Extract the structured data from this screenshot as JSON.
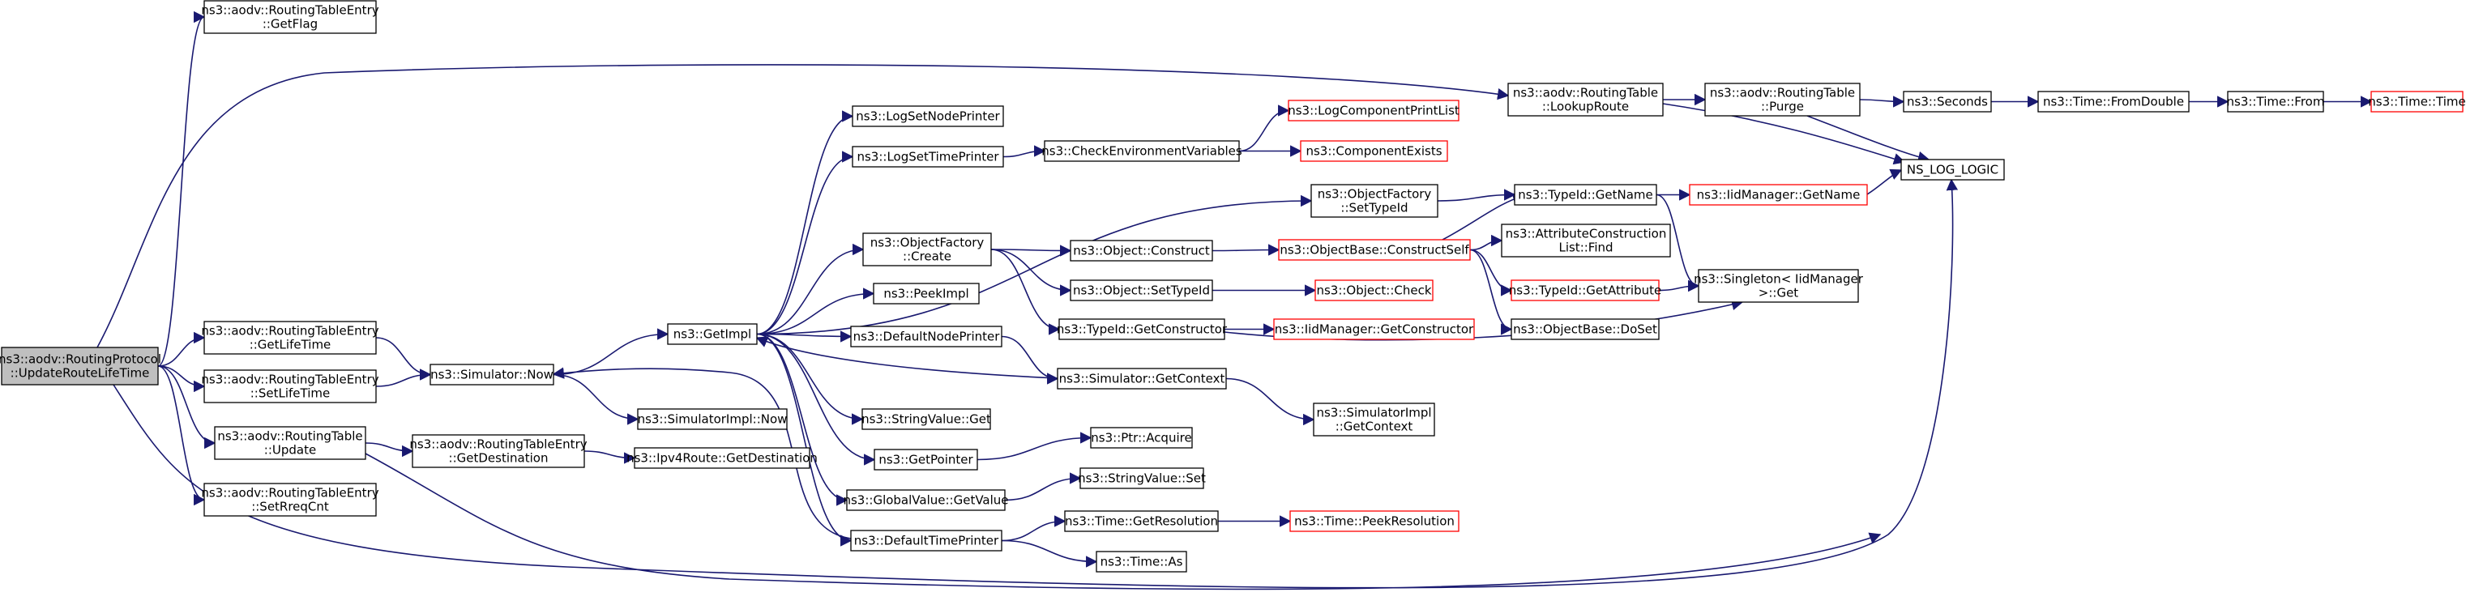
{
  "colors": {
    "edge": "#191970",
    "node_border": "#000000",
    "link_missing_border": "#ff0000",
    "root_fill": "#bfbfbf",
    "node_fill": "#ffffff"
  },
  "nodes": [
    {
      "id": "root",
      "lines": [
        "ns3::aodv::RoutingProtocol",
        "::UpdateRouteLifeTime"
      ],
      "style": "root"
    },
    {
      "id": "getflag",
      "lines": [
        "ns3::aodv::RoutingTableEntry",
        "::GetFlag"
      ],
      "style": "normal"
    },
    {
      "id": "getlifetime",
      "lines": [
        "ns3::aodv::RoutingTableEntry",
        "::GetLifeTime"
      ],
      "style": "normal"
    },
    {
      "id": "setlifetime",
      "lines": [
        "ns3::aodv::RoutingTableEntry",
        "::SetLifeTime"
      ],
      "style": "normal"
    },
    {
      "id": "rtupdate",
      "lines": [
        "ns3::aodv::RoutingTable",
        "::Update"
      ],
      "style": "normal"
    },
    {
      "id": "setrreqcnt",
      "lines": [
        "ns3::aodv::RoutingTableEntry",
        "::SetRreqCnt"
      ],
      "style": "normal"
    },
    {
      "id": "simnow",
      "lines": [
        "ns3::Simulator::Now"
      ],
      "style": "normal"
    },
    {
      "id": "getdestination",
      "lines": [
        "ns3::aodv::RoutingTableEntry",
        "::GetDestination"
      ],
      "style": "normal"
    },
    {
      "id": "ipv4getdest",
      "lines": [
        "ns3::Ipv4Route::GetDestination"
      ],
      "style": "normal"
    },
    {
      "id": "getimpl",
      "lines": [
        "ns3::GetImpl"
      ],
      "style": "normal"
    },
    {
      "id": "simimplnow",
      "lines": [
        "ns3::SimulatorImpl::Now"
      ],
      "style": "normal"
    },
    {
      "id": "logsetnode",
      "lines": [
        "ns3::LogSetNodePrinter"
      ],
      "style": "normal"
    },
    {
      "id": "logsettime",
      "lines": [
        "ns3::LogSetTimePrinter"
      ],
      "style": "normal"
    },
    {
      "id": "ofcreate",
      "lines": [
        "ns3::ObjectFactory",
        "::Create"
      ],
      "style": "normal"
    },
    {
      "id": "peekimpl",
      "lines": [
        "ns3::PeekImpl"
      ],
      "style": "normal"
    },
    {
      "id": "defnodeprinter",
      "lines": [
        "ns3::DefaultNodePrinter"
      ],
      "style": "normal"
    },
    {
      "id": "strvalget",
      "lines": [
        "ns3::StringValue::Get"
      ],
      "style": "normal"
    },
    {
      "id": "getpointer",
      "lines": [
        "ns3::GetPointer"
      ],
      "style": "normal"
    },
    {
      "id": "globalvalget",
      "lines": [
        "ns3::GlobalValue::GetValue"
      ],
      "style": "normal"
    },
    {
      "id": "deftimeprinter",
      "lines": [
        "ns3::DefaultTimePrinter"
      ],
      "style": "normal"
    },
    {
      "id": "checkenv",
      "lines": [
        "ns3::CheckEnvironmentVariables"
      ],
      "style": "normal"
    },
    {
      "id": "objconstruct",
      "lines": [
        "ns3::Object::Construct"
      ],
      "style": "normal"
    },
    {
      "id": "objsettypeid",
      "lines": [
        "ns3::Object::SetTypeId"
      ],
      "style": "normal"
    },
    {
      "id": "typeidgetctor",
      "lines": [
        "ns3::TypeId::GetConstructor"
      ],
      "style": "normal"
    },
    {
      "id": "simgetcontext",
      "lines": [
        "ns3::Simulator::GetContext"
      ],
      "style": "normal"
    },
    {
      "id": "ptracquire",
      "lines": [
        "ns3::Ptr::Acquire"
      ],
      "style": "normal"
    },
    {
      "id": "strvalset",
      "lines": [
        "ns3::StringValue::Set"
      ],
      "style": "normal"
    },
    {
      "id": "timegetres",
      "lines": [
        "ns3::Time::GetResolution"
      ],
      "style": "normal"
    },
    {
      "id": "timeas",
      "lines": [
        "ns3::Time::As"
      ],
      "style": "normal"
    },
    {
      "id": "logcompprint",
      "lines": [
        "ns3::LogComponentPrintList"
      ],
      "style": "missing"
    },
    {
      "id": "compexists",
      "lines": [
        "ns3::ComponentExists"
      ],
      "style": "missing"
    },
    {
      "id": "ofsettypeid",
      "lines": [
        "ns3::ObjectFactory",
        "::SetTypeId"
      ],
      "style": "normal"
    },
    {
      "id": "obconstructself",
      "lines": [
        "ns3::ObjectBase::ConstructSelf"
      ],
      "style": "missing"
    },
    {
      "id": "objcheck",
      "lines": [
        "ns3::Object::Check"
      ],
      "style": "missing"
    },
    {
      "id": "iidgetctor",
      "lines": [
        "ns3::IidManager::GetConstructor"
      ],
      "style": "missing"
    },
    {
      "id": "simimplgetctx",
      "lines": [
        "ns3::SimulatorImpl",
        "::GetContext"
      ],
      "style": "normal"
    },
    {
      "id": "timepeekres",
      "lines": [
        "ns3::Time::PeekResolution"
      ],
      "style": "missing"
    },
    {
      "id": "rtlookup",
      "lines": [
        "ns3::aodv::RoutingTable",
        "::LookupRoute"
      ],
      "style": "normal"
    },
    {
      "id": "typeidgetname",
      "lines": [
        "ns3::TypeId::GetName"
      ],
      "style": "normal"
    },
    {
      "id": "attrconstrfind",
      "lines": [
        "ns3::AttributeConstruction",
        "List::Find"
      ],
      "style": "normal"
    },
    {
      "id": "typeidgetattr",
      "lines": [
        "ns3::TypeId::GetAttribute"
      ],
      "style": "missing"
    },
    {
      "id": "obdoset",
      "lines": [
        "ns3::ObjectBase::DoSet"
      ],
      "style": "normal"
    },
    {
      "id": "rtpurge",
      "lines": [
        "ns3::aodv::RoutingTable",
        "::Purge"
      ],
      "style": "normal"
    },
    {
      "id": "iidgetname",
      "lines": [
        "ns3::IidManager::GetName"
      ],
      "style": "missing"
    },
    {
      "id": "singletonget",
      "lines": [
        "ns3::Singleton< IidManager",
        ">::Get"
      ],
      "style": "normal"
    },
    {
      "id": "seconds",
      "lines": [
        "ns3::Seconds"
      ],
      "style": "normal"
    },
    {
      "id": "nslog",
      "lines": [
        "NS_LOG_LOGIC"
      ],
      "style": "normal"
    },
    {
      "id": "timefromdouble",
      "lines": [
        "ns3::Time::FromDouble"
      ],
      "style": "normal"
    },
    {
      "id": "timefrom",
      "lines": [
        "ns3::Time::From"
      ],
      "style": "normal"
    },
    {
      "id": "timetime",
      "lines": [
        "ns3::Time::Time"
      ],
      "style": "missing"
    }
  ],
  "edges": [
    [
      "root",
      "getflag"
    ],
    [
      "root",
      "rtlookup"
    ],
    [
      "root",
      "getlifetime"
    ],
    [
      "root",
      "setlifetime"
    ],
    [
      "root",
      "rtupdate"
    ],
    [
      "root",
      "setrreqcnt"
    ],
    [
      "root",
      "nslog"
    ],
    [
      "getlifetime",
      "simnow"
    ],
    [
      "setlifetime",
      "simnow"
    ],
    [
      "rtupdate",
      "getdestination"
    ],
    [
      "rtupdate",
      "nslog"
    ],
    [
      "getdestination",
      "ipv4getdest"
    ],
    [
      "simnow",
      "getimpl"
    ],
    [
      "simnow",
      "simimplnow"
    ],
    [
      "getimpl",
      "logsetnode"
    ],
    [
      "getimpl",
      "logsettime"
    ],
    [
      "getimpl",
      "ofsettypeid"
    ],
    [
      "getimpl",
      "ofcreate"
    ],
    [
      "getimpl",
      "peekimpl"
    ],
    [
      "getimpl",
      "defnodeprinter"
    ],
    [
      "getimpl",
      "strvalget"
    ],
    [
      "getimpl",
      "getpointer"
    ],
    [
      "getimpl",
      "globalvalget"
    ],
    [
      "getimpl",
      "deftimeprinter"
    ],
    [
      "logsettime",
      "checkenv"
    ],
    [
      "checkenv",
      "logcompprint"
    ],
    [
      "checkenv",
      "compexists"
    ],
    [
      "ofsettypeid",
      "typeidgetname"
    ],
    [
      "ofcreate",
      "objconstruct"
    ],
    [
      "ofcreate",
      "objsettypeid"
    ],
    [
      "ofcreate",
      "typeidgetctor"
    ],
    [
      "objconstruct",
      "obconstructself"
    ],
    [
      "obconstructself",
      "typeidgetname"
    ],
    [
      "obconstructself",
      "attrconstrfind"
    ],
    [
      "obconstructself",
      "typeidgetattr"
    ],
    [
      "obconstructself",
      "obdoset"
    ],
    [
      "objsettypeid",
      "objcheck"
    ],
    [
      "typeidgetctor",
      "iidgetctor"
    ],
    [
      "typeidgetctor",
      "singletonget"
    ],
    [
      "defnodeprinter",
      "simgetcontext"
    ],
    [
      "simgetcontext",
      "simimplgetctx"
    ],
    [
      "simgetcontext",
      "getimpl"
    ],
    [
      "deftimeprinter",
      "simnow"
    ],
    [
      "deftimeprinter",
      "timegetres"
    ],
    [
      "deftimeprinter",
      "timeas"
    ],
    [
      "getpointer",
      "ptracquire"
    ],
    [
      "globalvalget",
      "strvalset"
    ],
    [
      "timegetres",
      "timepeekres"
    ],
    [
      "typeidgetname",
      "iidgetname"
    ],
    [
      "typeidgetname",
      "singletonget"
    ],
    [
      "typeidgetattr",
      "singletonget"
    ],
    [
      "iidgetname",
      "nslog"
    ],
    [
      "rtlookup",
      "rtpurge"
    ],
    [
      "rtlookup",
      "nslog"
    ],
    [
      "rtpurge",
      "seconds"
    ],
    [
      "rtpurge",
      "nslog"
    ],
    [
      "seconds",
      "timefromdouble"
    ],
    [
      "timefromdouble",
      "timefrom"
    ],
    [
      "timefrom",
      "timetime"
    ]
  ]
}
